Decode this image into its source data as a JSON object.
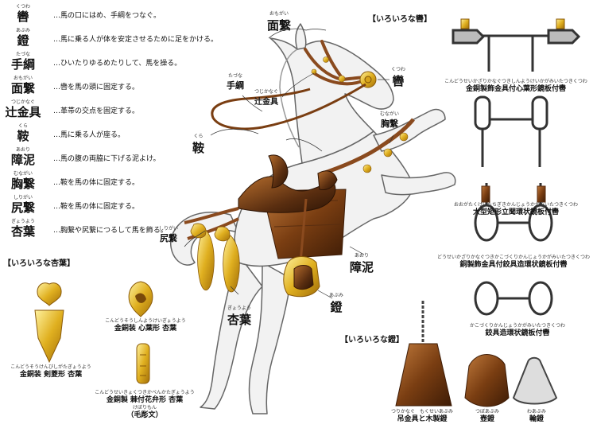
{
  "glossary": [
    {
      "furi": "くつわ",
      "term": "轡",
      "desc": "…馬の口にはめ、手綱をつなぐ。"
    },
    {
      "furi": "あぶみ",
      "term": "鐙",
      "desc": "…馬に乗る人が体を安定させるために足をかける。"
    },
    {
      "furi": "たづな",
      "term": "手綱",
      "desc": "…ひいたりゆるめたりして、馬を操る。"
    },
    {
      "furi": "おもがい",
      "term": "面繋",
      "desc": "…轡を馬の頭に固定する。"
    },
    {
      "furi": "つじかなぐ",
      "term": "辻金具",
      "desc": "…革帯の交点を固定する。"
    },
    {
      "furi": "くら",
      "term": "鞍",
      "desc": "…馬に乗る人が座る。"
    },
    {
      "furi": "あおり",
      "term": "障泥",
      "desc": "…馬の腹の両脇に下げる泥よけ。"
    },
    {
      "furi": "むながい",
      "term": "胸繋",
      "desc": "…鞍を馬の体に固定する。"
    },
    {
      "furi": "しりがい",
      "term": "尻繋",
      "desc": "…鞍を馬の体に固定する。"
    },
    {
      "furi": "ぎょうよう",
      "term": "杏葉",
      "desc": "…胸繋や尻繋につるして馬を飾る。"
    }
  ],
  "sections": {
    "gyoyo": "【いろいろな杏葉】",
    "kutsuwa": "【いろいろな轡】",
    "abumi": "【いろいろな鐙】"
  },
  "gyoyo_items": [
    {
      "furi": "こんどうそうけんびしがたぎょうよう",
      "name": "金銅装 剣菱形 杏葉"
    },
    {
      "furi": "こんどうそうしんようけいぎょうよう",
      "name": "金銅装 心葉形 杏葉"
    },
    {
      "furi": "こんどうせいきょくつきかべんかたぎょうよう",
      "name": "金銅製 棘付花弁形 杏葉",
      "extra_furi": "けぼりもん",
      "extra": "（毛彫文）"
    }
  ],
  "kutsuwa_items": [
    {
      "furi": "こんどうせいかざりかなぐつきしんようけいかがみいたつきくつわ",
      "name": "金銅製飾金具付心葉形鏡板付轡"
    },
    {
      "furi": "おおがたくけいたちぎきかんじょうかがみいたつきくつわ",
      "name": "大型矩形立聞環状鏡板付轡"
    },
    {
      "furi": "どうせいかざりかなぐつきかこづくりかんじょうかがみいたつきくつわ",
      "name": "銅製飾金具付鉸具造環状鏡板付轡"
    },
    {
      "furi": "かこづくりかんじょうかがみいたつきくつわ",
      "name": "鉸具造環状鏡板付轡"
    }
  ],
  "abumi_items": [
    {
      "furi": "つりかなぐ　もくせいあぶみ",
      "name": "吊金具と木製鐙"
    },
    {
      "furi": "つぼあぶみ",
      "name": "壺鐙"
    },
    {
      "furi": "わあぶみ",
      "name": "輪鐙"
    }
  ],
  "diagram_labels": {
    "omogai": {
      "furi": "おもがい",
      "text": "面繋"
    },
    "tazuna": {
      "furi": "たづな",
      "text": "手綱"
    },
    "tsujikanagu": {
      "furi": "つじかなぐ",
      "text": "辻金具"
    },
    "kutsuwa": {
      "furi": "くつわ",
      "text": "轡"
    },
    "munagai": {
      "furi": "むながい",
      "text": "胸繋"
    },
    "kura": {
      "furi": "くら",
      "text": "鞍"
    },
    "shirigai": {
      "furi": "しりがい",
      "text": "尻繋"
    },
    "aori": {
      "furi": "あおり",
      "text": "障泥"
    },
    "abumi": {
      "furi": "あぶみ",
      "text": "鐙"
    },
    "gyoyo": {
      "furi": "ぎょうよう",
      "text": "杏葉"
    }
  },
  "colors": {
    "gold": "#e0b020",
    "leather": "#8a4a1e",
    "saddle": "#5a2e10",
    "horse": "#f2f2f2",
    "outline": "#555555"
  }
}
